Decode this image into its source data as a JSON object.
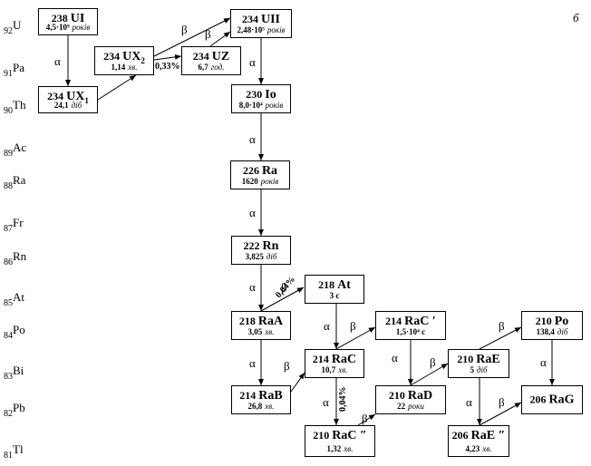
{
  "corner_label": "б",
  "elements": [
    {
      "z": "92",
      "symbol": "U"
    },
    {
      "z": "91",
      "symbol": "Pa"
    },
    {
      "z": "90",
      "symbol": "Th"
    },
    {
      "z": "89",
      "symbol": "Ac"
    },
    {
      "z": "88",
      "symbol": "Ra"
    },
    {
      "z": "87",
      "symbol": "Fr"
    },
    {
      "z": "86",
      "symbol": "Rn"
    },
    {
      "z": "85",
      "symbol": "At"
    },
    {
      "z": "84",
      "symbol": "Po"
    },
    {
      "z": "83",
      "symbol": "Bi"
    },
    {
      "z": "82",
      "symbol": "Pb"
    },
    {
      "z": "81",
      "symbol": "Tl"
    }
  ],
  "nuclides": {
    "UI": {
      "mass": "238",
      "name": "UI",
      "sub": "",
      "half_life": "4,5·10⁹",
      "unit": "років"
    },
    "UX2": {
      "mass": "234",
      "name": "UX",
      "sub": "2",
      "half_life": "1,14",
      "unit": "хв."
    },
    "UX1": {
      "mass": "234",
      "name": "UX",
      "sub": "1",
      "half_life": "24,1",
      "unit": "діб"
    },
    "UII": {
      "mass": "234",
      "name": "UII",
      "sub": "",
      "half_life": "2,48·10⁵",
      "unit": "років"
    },
    "UZ": {
      "mass": "234",
      "name": "UZ",
      "sub": "",
      "half_life": "6,7",
      "unit": "год."
    },
    "Io": {
      "mass": "230",
      "name": "Io",
      "sub": "",
      "half_life": "8,0·10⁴",
      "unit": "років"
    },
    "Ra": {
      "mass": "226",
      "name": "Ra",
      "sub": "",
      "half_life": "1620",
      "unit": "років"
    },
    "Rn": {
      "mass": "222",
      "name": "Rn",
      "sub": "",
      "half_life": "3,825",
      "unit": "діб"
    },
    "At": {
      "mass": "218",
      "name": "At",
      "sub": "",
      "half_life": "3 с",
      "unit": ""
    },
    "RaA": {
      "mass": "218",
      "name": "RaA",
      "sub": "",
      "half_life": "3,05",
      "unit": "хв."
    },
    "RaB": {
      "mass": "214",
      "name": "RaB",
      "sub": "",
      "half_life": "26,8",
      "unit": "хв."
    },
    "RaC": {
      "mass": "214",
      "name": "RaC",
      "sub": "",
      "half_life": "10,7",
      "unit": "хв."
    },
    "RaC1": {
      "mass": "214",
      "name": "RaC ′",
      "sub": "",
      "half_life": "1,5·10⁴ с",
      "unit": ""
    },
    "RaC2": {
      "mass": "210",
      "name": "RaC ″",
      "sub": "",
      "half_life": "1,32",
      "unit": "хв."
    },
    "RaD": {
      "mass": "210",
      "name": "RaD",
      "sub": "",
      "half_life": "22",
      "unit": "роки"
    },
    "RaE": {
      "mass": "210",
      "name": "RaE",
      "sub": "",
      "half_life": "5",
      "unit": "діб"
    },
    "RaE2": {
      "mass": "206",
      "name": "RaE ″",
      "sub": "",
      "half_life": "4,23",
      "unit": "хв."
    },
    "Po": {
      "mass": "210",
      "name": "Po",
      "sub": "",
      "half_life": "138,4",
      "unit": "діб"
    },
    "RaG": {
      "mass": "206",
      "name": "RaG",
      "sub": "",
      "half_life": "",
      "unit": ""
    }
  },
  "decays": [
    {
      "from": "UI",
      "to": "UX1",
      "type": "α"
    },
    {
      "from": "UX1",
      "to": "UX2",
      "type": ""
    },
    {
      "from": "UX2",
      "to": "UII",
      "type": "β"
    },
    {
      "from": "UX2",
      "to": "UZ",
      "type": ""
    },
    {
      "from": "UZ",
      "to": "UII",
      "type": "β"
    },
    {
      "from": "UII",
      "to": "Io",
      "type": "α"
    },
    {
      "from": "Io",
      "to": "Ra",
      "type": "α"
    },
    {
      "from": "Ra",
      "to": "Rn",
      "type": "α"
    },
    {
      "from": "Rn",
      "to": "RaA",
      "type": "α"
    },
    {
      "from": "RaA",
      "to": "At",
      "type": "β"
    },
    {
      "from": "RaA",
      "to": "RaB",
      "type": "α"
    },
    {
      "from": "At",
      "to": "RaC",
      "type": "α"
    },
    {
      "from": "RaB",
      "to": "RaC",
      "type": "β"
    },
    {
      "from": "RaC",
      "to": "RaC1",
      "type": "β"
    },
    {
      "from": "RaC",
      "to": "RaC2",
      "type": "α"
    },
    {
      "from": "RaC1",
      "to": "RaD",
      "type": "α"
    },
    {
      "from": "RaC2",
      "to": "RaD",
      "type": "β"
    },
    {
      "from": "RaD",
      "to": "RaE",
      "type": "β"
    },
    {
      "from": "RaE",
      "to": "Po",
      "type": "β"
    },
    {
      "from": "RaE",
      "to": "RaE2",
      "type": "α"
    },
    {
      "from": "Po",
      "to": "RaG",
      "type": "α"
    },
    {
      "from": "RaE2",
      "to": "RaG",
      "type": "β"
    }
  ],
  "branch_labels": {
    "ux2": "0,33%",
    "raa": "0,04%",
    "rac": "0,04%"
  }
}
